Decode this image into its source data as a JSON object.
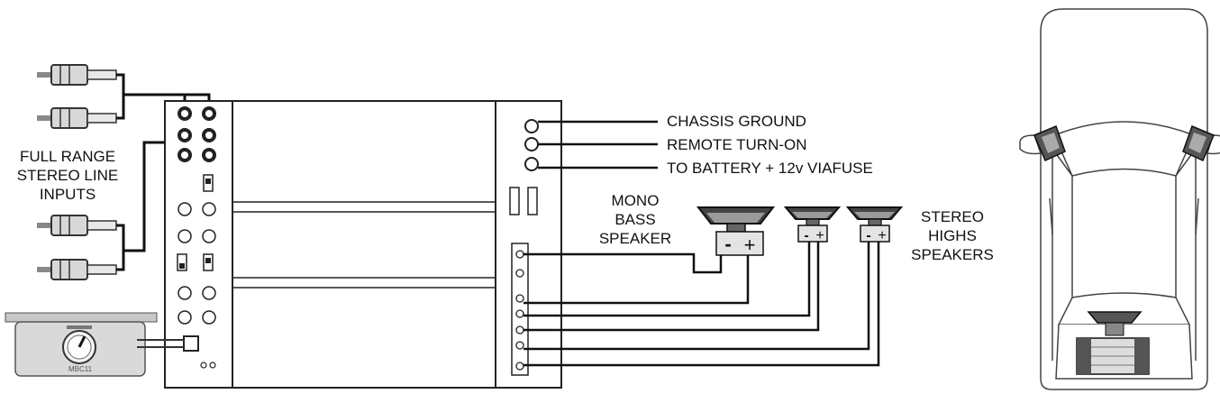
{
  "inputs": {
    "label_lines": [
      "FULL RANGE",
      "STEREO LINE",
      "INPUTS"
    ]
  },
  "power": {
    "chassis_ground": "CHASSIS GROUND",
    "remote_turn_on": "REMOTE TURN-ON",
    "battery": "TO BATTERY + 12v VIAFUSE"
  },
  "mono": {
    "label_lines": [
      "MONO",
      "BASS",
      "SPEAKER"
    ]
  },
  "stereo": {
    "label_lines": [
      "STEREO",
      "HIGHS",
      "SPEAKERS"
    ]
  },
  "speaker_polarity": {
    "minus": "-",
    "plus": "+"
  },
  "remote_knob": {
    "caption": "MBC11"
  }
}
